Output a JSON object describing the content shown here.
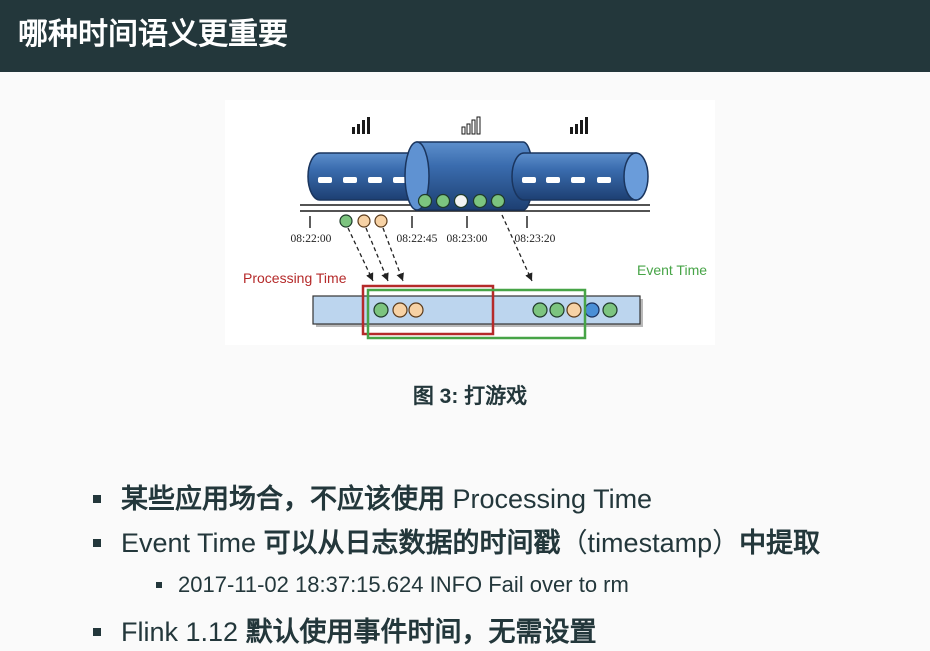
{
  "header": {
    "title": "哪种时间语义更重要"
  },
  "figure": {
    "caption_label": "图 3:",
    "caption_text": "打游戏",
    "diagram": {
      "ticks": [
        "08:22:00",
        "08:22:45",
        "08:23:00",
        "08:23:20"
      ],
      "processing_time_label": "Processing Time",
      "event_time_label": "Event Time"
    }
  },
  "bullets": [
    {
      "segments": [
        "某些应用场合，不应该使用",
        " Processing Time"
      ]
    },
    {
      "segments": [
        "Event Time ",
        "可以从日志数据的时间戳",
        "（timestamp）",
        "中提取"
      ],
      "sub_bullets": [
        "2017-11-02 18:37:15.624 INFO Fail over to rm"
      ]
    },
    {
      "segments": [
        "Flink 1.12 ",
        "默认使用事件时间，无需设置"
      ]
    }
  ],
  "colors": {
    "header_background": "#23373b",
    "text": "#23373b",
    "page_background": "#fafafa",
    "processing_time": "#b52a2a",
    "event_time": "#47a447",
    "event_green": "#7cc47f",
    "event_peach": "#f7d2a5",
    "event_blue": "#4a8fd6",
    "event_white": "#f4f4f4",
    "window_bar": "#bcd5ee"
  }
}
